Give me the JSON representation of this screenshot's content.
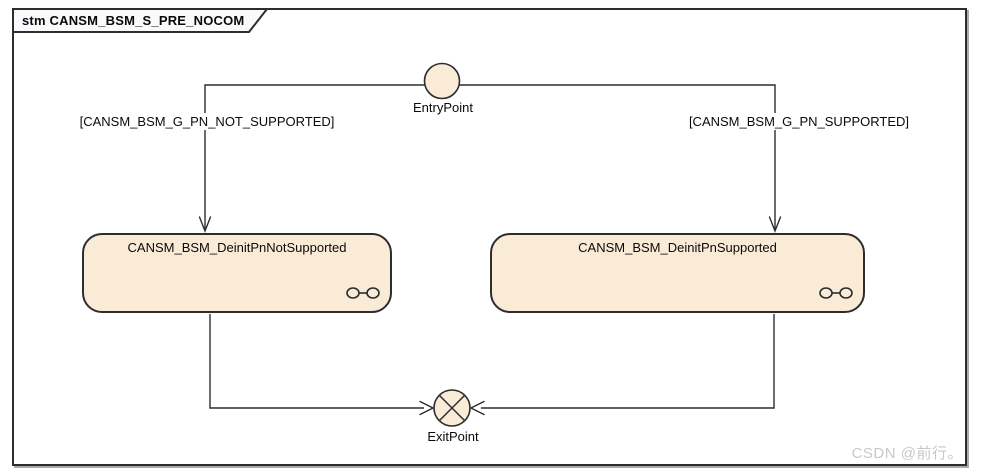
{
  "frame": {
    "title": "stm CANSM_BSM_S_PRE_NOCOM"
  },
  "entry_point": {
    "label": "EntryPoint"
  },
  "exit_point": {
    "label": "ExitPoint"
  },
  "states": {
    "deinit_pn_not_supported": {
      "label": "CANSM_BSM_DeinitPnNotSupported"
    },
    "deinit_pn_supported": {
      "label": "CANSM_BSM_DeinitPnSupported"
    }
  },
  "transitions": {
    "entry_to_not_supported": {
      "guard": "[CANSM_BSM_G_PN_NOT_SUPPORTED]"
    },
    "entry_to_supported": {
      "guard": "[CANSM_BSM_G_PN_SUPPORTED]"
    }
  },
  "watermark": {
    "text": "CSDN @前行。"
  },
  "colors": {
    "node_fill": "#FAEBD7",
    "line": "#2d2d2d",
    "tab_fill": "#faf9fb",
    "frame_shadow": "#aaaaaa",
    "watermark": "#c9c9c9"
  }
}
